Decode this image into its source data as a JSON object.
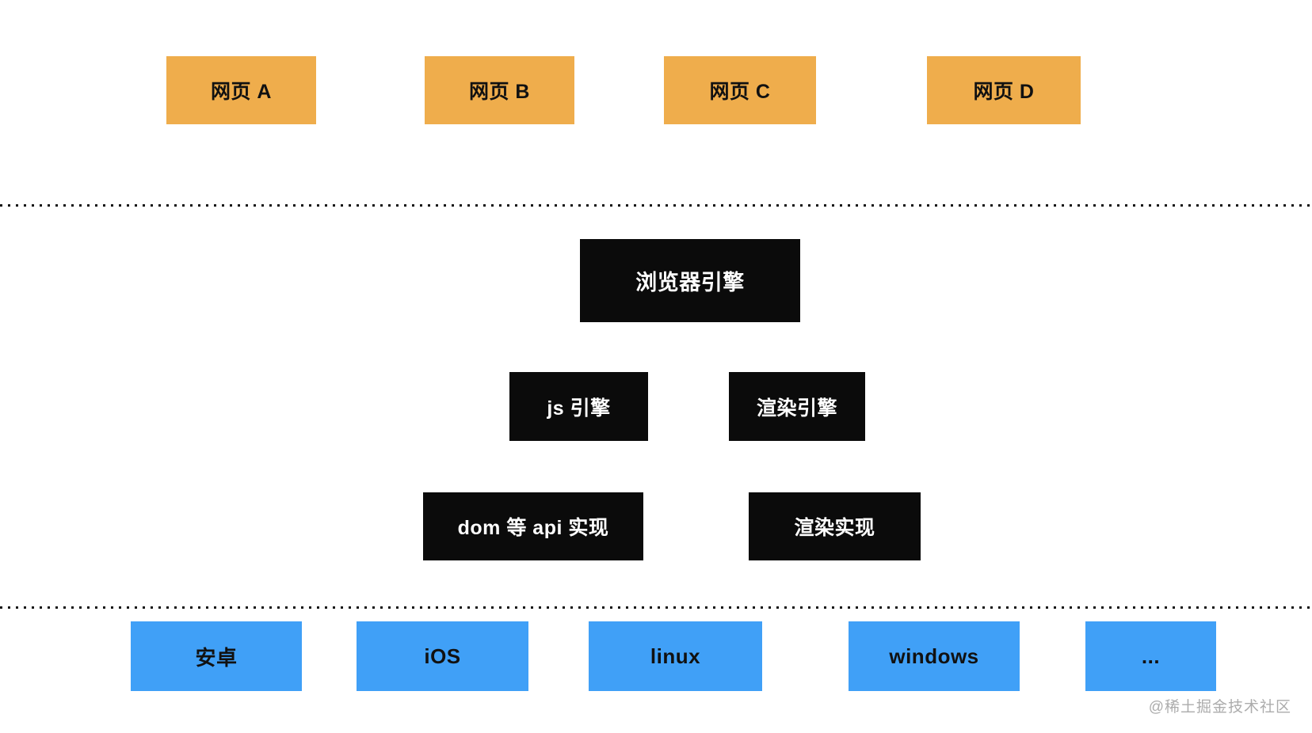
{
  "colors": {
    "background": "#ffffff",
    "webpage_box": "#efad4c",
    "engine_box": "#0b0b0b",
    "platform_box": "#40a0f7",
    "dark_box_text": "#ffffff",
    "light_box_text": "#111111",
    "separator_dots": "#141414",
    "watermark_text": "#acacac"
  },
  "webpages": [
    "网页 A",
    "网页 B",
    "网页 C",
    "网页 D"
  ],
  "engine": {
    "root": "浏览器引擎",
    "components": [
      "js 引擎",
      "渲染引擎"
    ],
    "implementations": [
      "dom 等 api 实现",
      "渲染实现"
    ]
  },
  "platforms": [
    "安卓",
    "iOS",
    "linux",
    "windows",
    "..."
  ],
  "watermark": "@稀土掘金技术社区"
}
